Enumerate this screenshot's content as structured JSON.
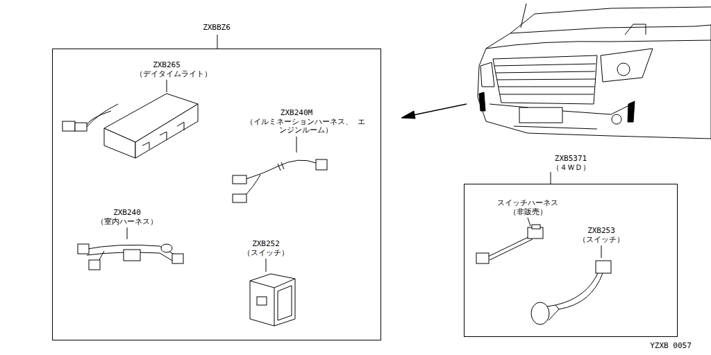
{
  "diagram": {
    "nodes": [
      {
        "text": [
          "ZXBBZ6"
        ]
      },
      {
        "text": [
          "ZXB5371",
          "（４ＷＤ）"
        ]
      }
    ],
    "labels": [
      "ZXB265",
      "（デイタイムライト）",
      "ZXB240M",
      "（イルミネーションハーネス、 エンジンルーム）",
      "ZXB240",
      "（室内ハーネス）",
      "ZXB252",
      "（スイッチ）",
      "スイッチハーネス",
      "（非販売）",
      "ZXB253",
      "（スイッチ）",
      "YZXB 0057"
    ]
  }
}
